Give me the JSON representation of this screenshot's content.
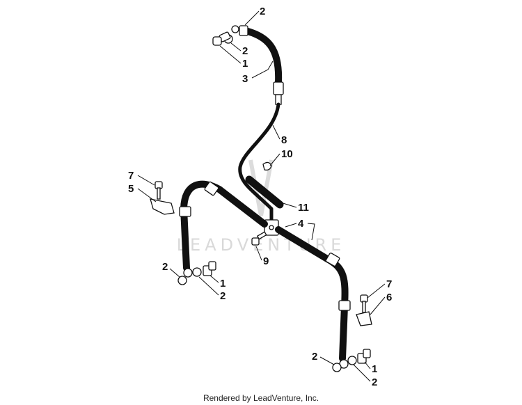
{
  "diagram": {
    "watermark": "LEADVENTURE",
    "callouts": {
      "c2_top": "2",
      "c2_topb": "2",
      "c1_top": "1",
      "c3": "3",
      "c8": "8",
      "c10": "10",
      "c11": "11",
      "c7_left": "7",
      "c5": "5",
      "c4": "4",
      "c9": "9",
      "c2_left": "2",
      "c1_left": "1",
      "c2_leftb": "2",
      "c7_right": "7",
      "c6": "6",
      "c2_right": "2",
      "c1_right": "1",
      "c2_rightb": "2"
    }
  },
  "footer": {
    "text": "Rendered by LeadVenture, Inc."
  }
}
